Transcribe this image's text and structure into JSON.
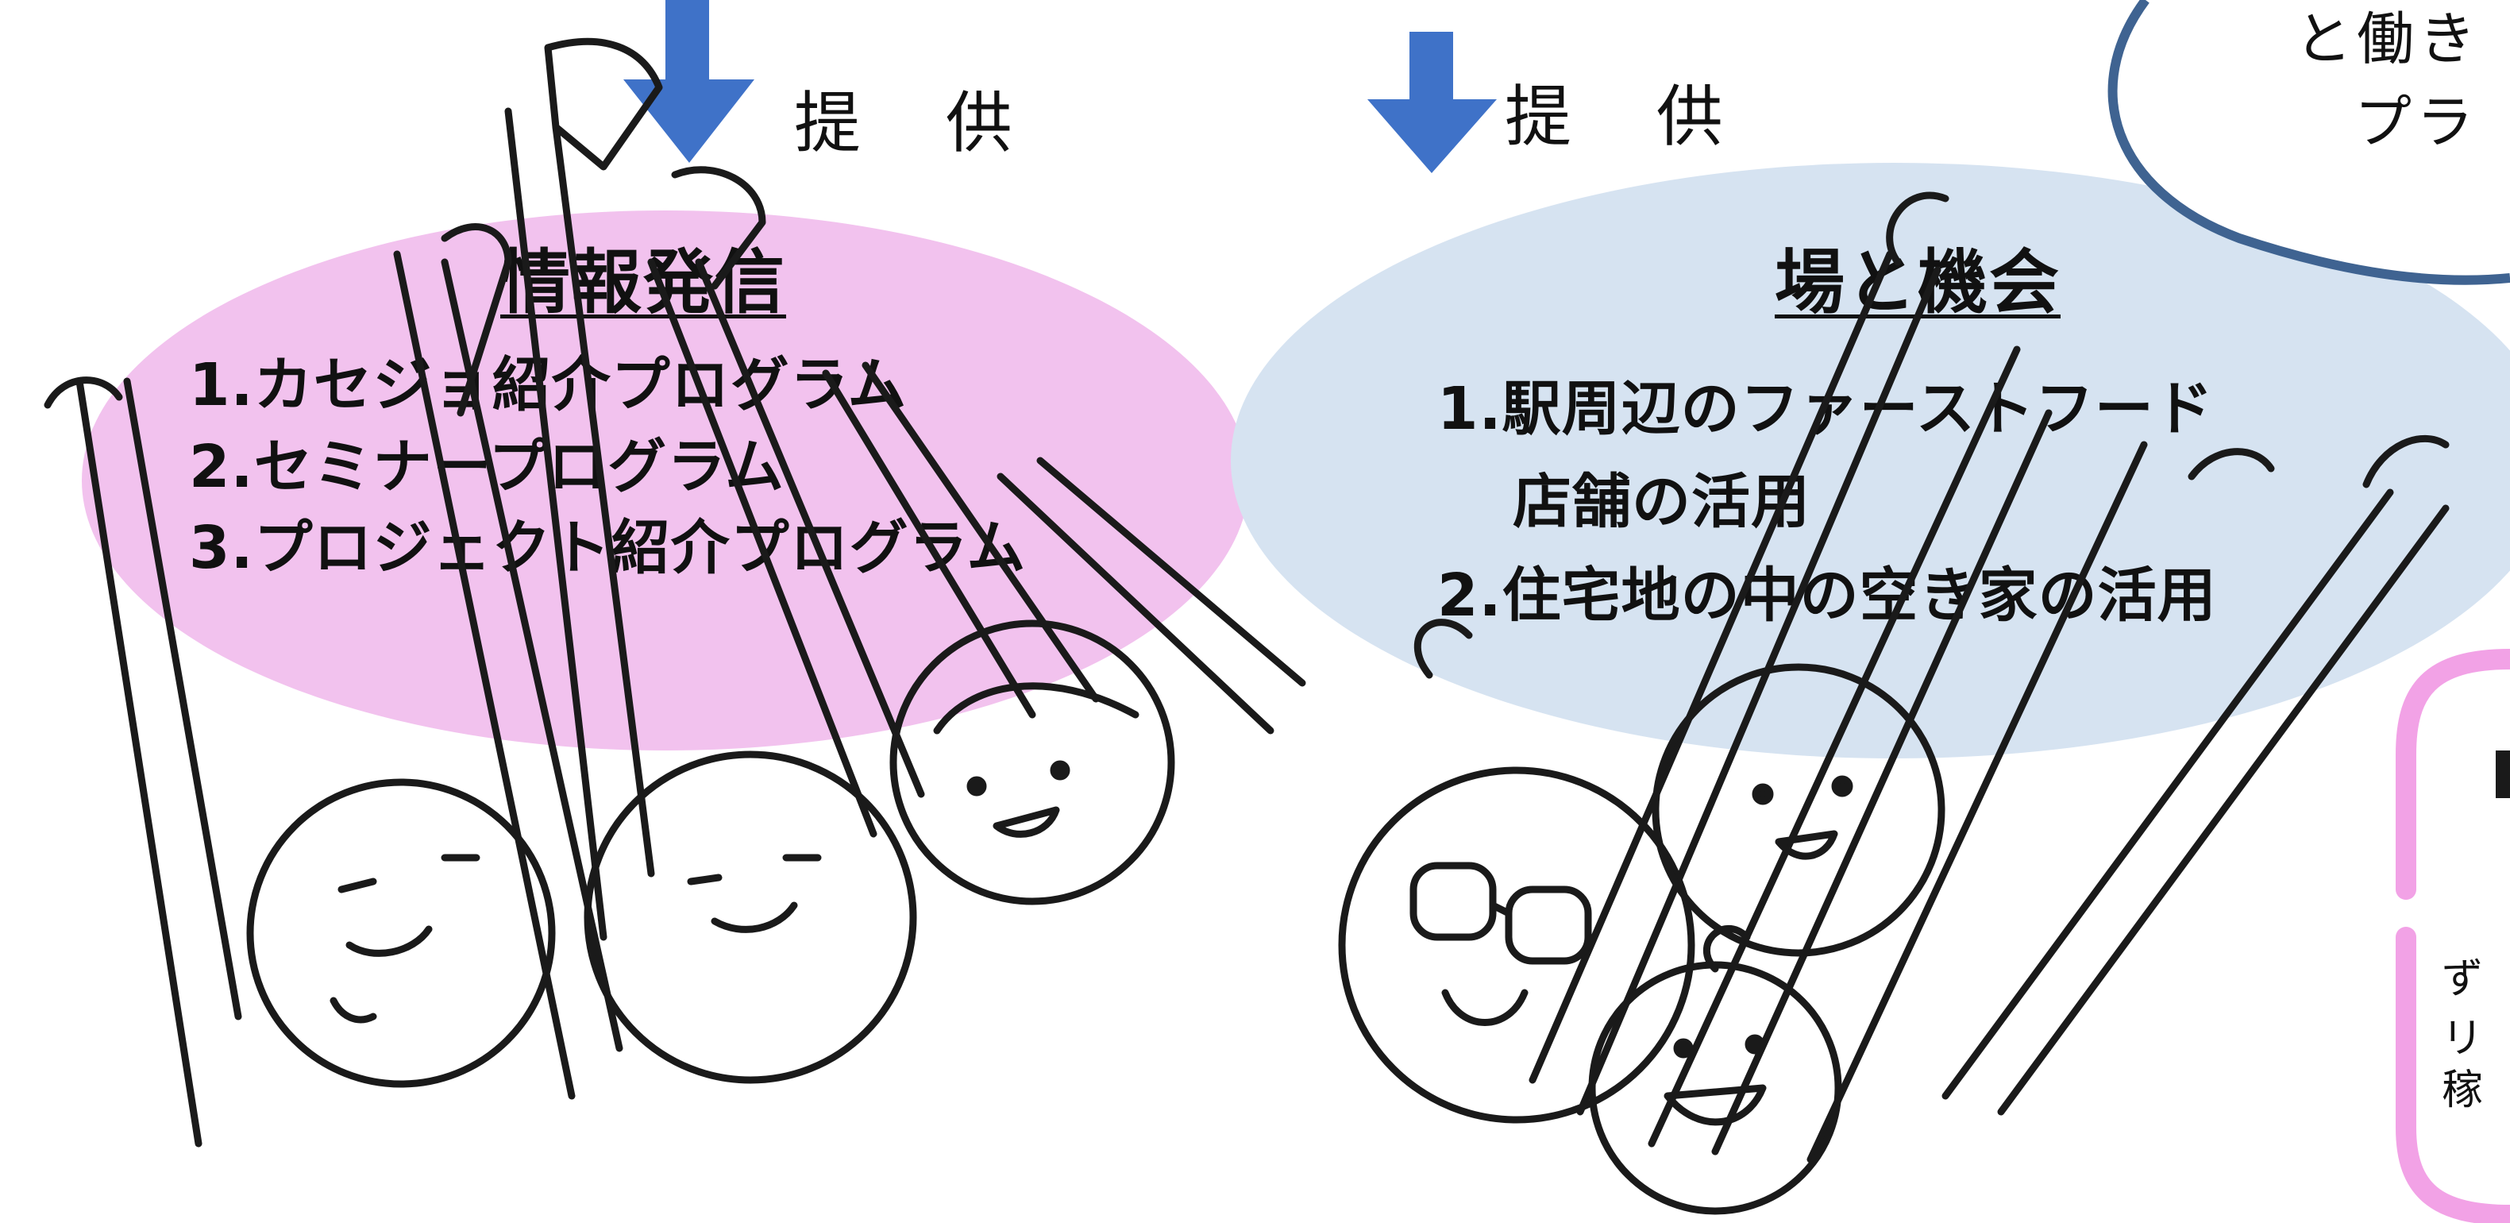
{
  "colors": {
    "left_ellipse": "#f2c2ee",
    "right_ellipse": "#d6e3f1",
    "arrow": "#3f72c8",
    "bubble_stroke": "#3f6391",
    "side_bracket": "#f2a2e6",
    "ink": "#1a1a1a"
  },
  "left": {
    "provide": "提 供",
    "heading": "情報発信",
    "items": [
      "1.カセジョ紹介プログラム",
      "2.セミナープログラム",
      "3.プロジェクト紹介プログラム"
    ]
  },
  "right": {
    "provide": "提 供",
    "heading": "場と機会",
    "items": [
      "1.駅周辺のファーストフード",
      "店舗の活用",
      "2.住宅地の中の空き家の活用"
    ]
  },
  "top_bubble": {
    "line1": "と働き",
    "line2": "プラ"
  },
  "side_box": {
    "line1": "ず",
    "line2": "リ",
    "line3": "稼"
  }
}
